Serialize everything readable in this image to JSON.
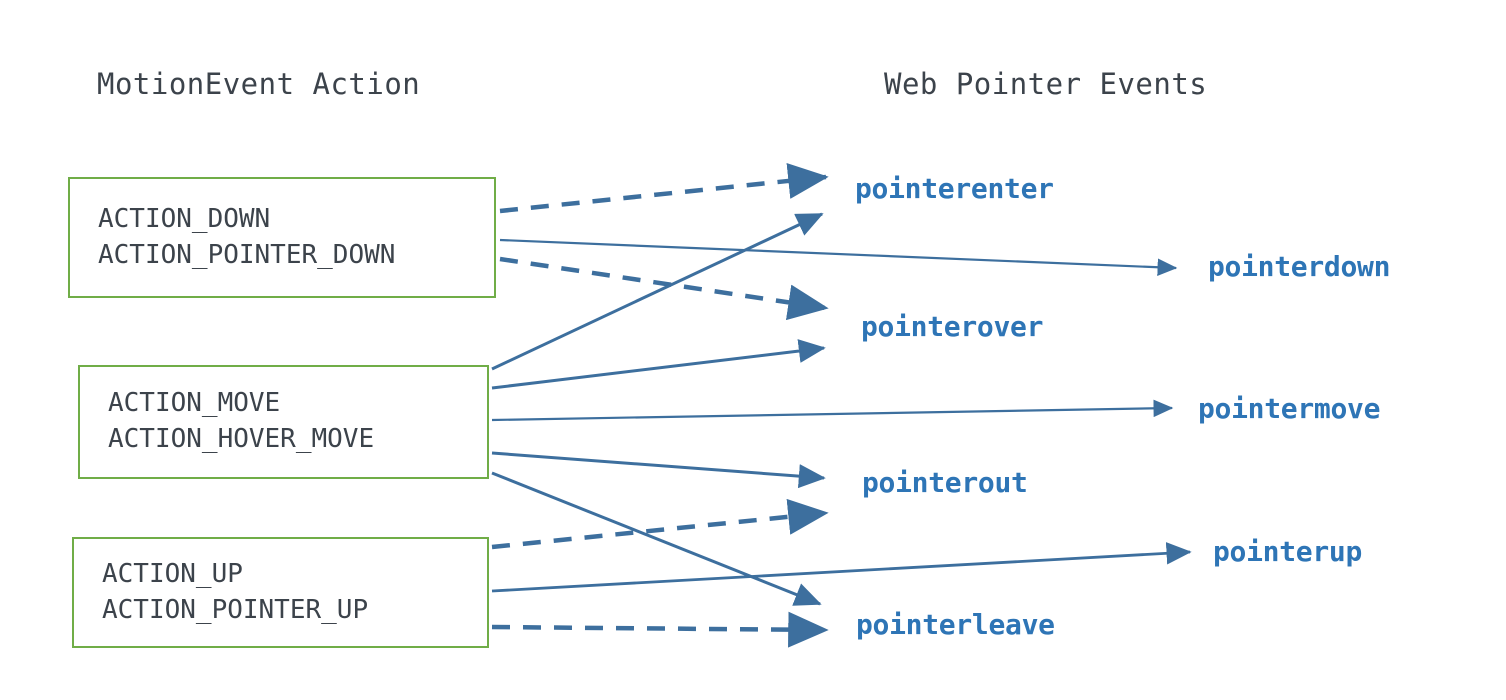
{
  "diagram": {
    "title_left": "MotionEvent Action",
    "title_right": "Web Pointer Events",
    "background": "#ffffff",
    "box_border_color": "#70ad47",
    "text_color": "#3c434b",
    "event_color": "#2e75b6",
    "arrow_color": "#3d6f9e",
    "action_groups": [
      {
        "id": "down",
        "lines": [
          "ACTION_DOWN",
          "ACTION_POINTER_DOWN"
        ]
      },
      {
        "id": "move",
        "lines": [
          "ACTION_MOVE",
          "ACTION_HOVER_MOVE"
        ]
      },
      {
        "id": "up",
        "lines": [
          "ACTION_UP",
          "ACTION_POINTER_UP"
        ]
      }
    ],
    "events": [
      {
        "id": "pointerenter",
        "label": "pointerenter"
      },
      {
        "id": "pointerdown",
        "label": "pointerdown"
      },
      {
        "id": "pointerover",
        "label": "pointerover"
      },
      {
        "id": "pointermove",
        "label": "pointermove"
      },
      {
        "id": "pointerout",
        "label": "pointerout"
      },
      {
        "id": "pointerup",
        "label": "pointerup"
      },
      {
        "id": "pointerleave",
        "label": "pointerleave"
      }
    ],
    "connections": [
      {
        "from": "down",
        "to": "pointerenter",
        "style": "dashed"
      },
      {
        "from": "down",
        "to": "pointerdown",
        "style": "solid"
      },
      {
        "from": "down",
        "to": "pointerover",
        "style": "dashed"
      },
      {
        "from": "move",
        "to": "pointerenter",
        "style": "solid"
      },
      {
        "from": "move",
        "to": "pointerover",
        "style": "solid"
      },
      {
        "from": "move",
        "to": "pointermove",
        "style": "solid"
      },
      {
        "from": "move",
        "to": "pointerout",
        "style": "solid"
      },
      {
        "from": "move",
        "to": "pointerleave",
        "style": "solid"
      },
      {
        "from": "up",
        "to": "pointerout",
        "style": "dashed"
      },
      {
        "from": "up",
        "to": "pointerup",
        "style": "solid"
      },
      {
        "from": "up",
        "to": "pointerleave",
        "style": "dashed"
      }
    ]
  }
}
